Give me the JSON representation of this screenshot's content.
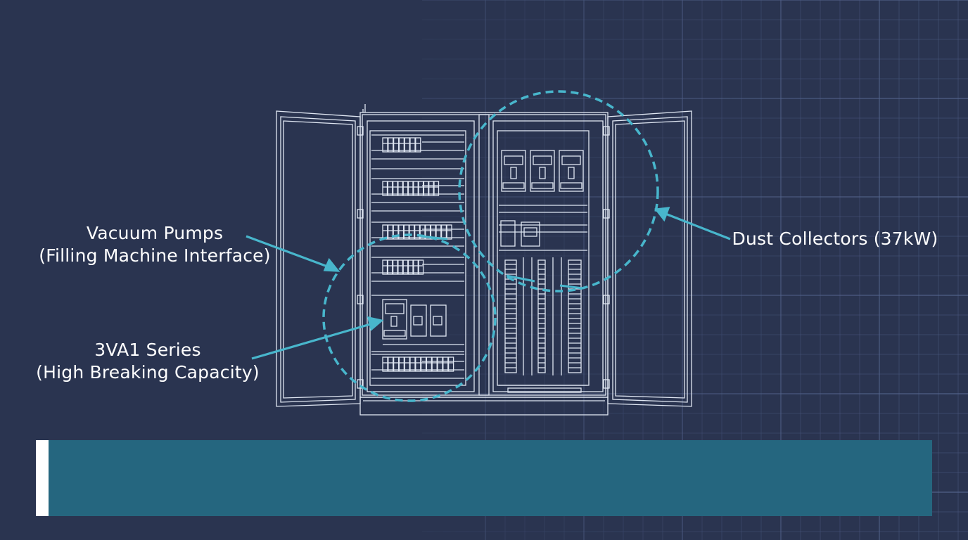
{
  "callouts": {
    "vacuum": {
      "line1": "Vacuum Pumps",
      "line2": "(Filling Machine Interface)"
    },
    "breaker": {
      "line1": "3VA1 Series",
      "line2": "(High Breaking Capacity)"
    },
    "dust": {
      "line1": "Dust Collectors (37kW)"
    }
  },
  "caption": {
    "text": ""
  },
  "colors": {
    "background": "#2a3450",
    "linework": "#dfe6f2",
    "highlight": "#48b6cc",
    "caption_bar": "#25667f",
    "caption_accent": "#ffffff"
  }
}
